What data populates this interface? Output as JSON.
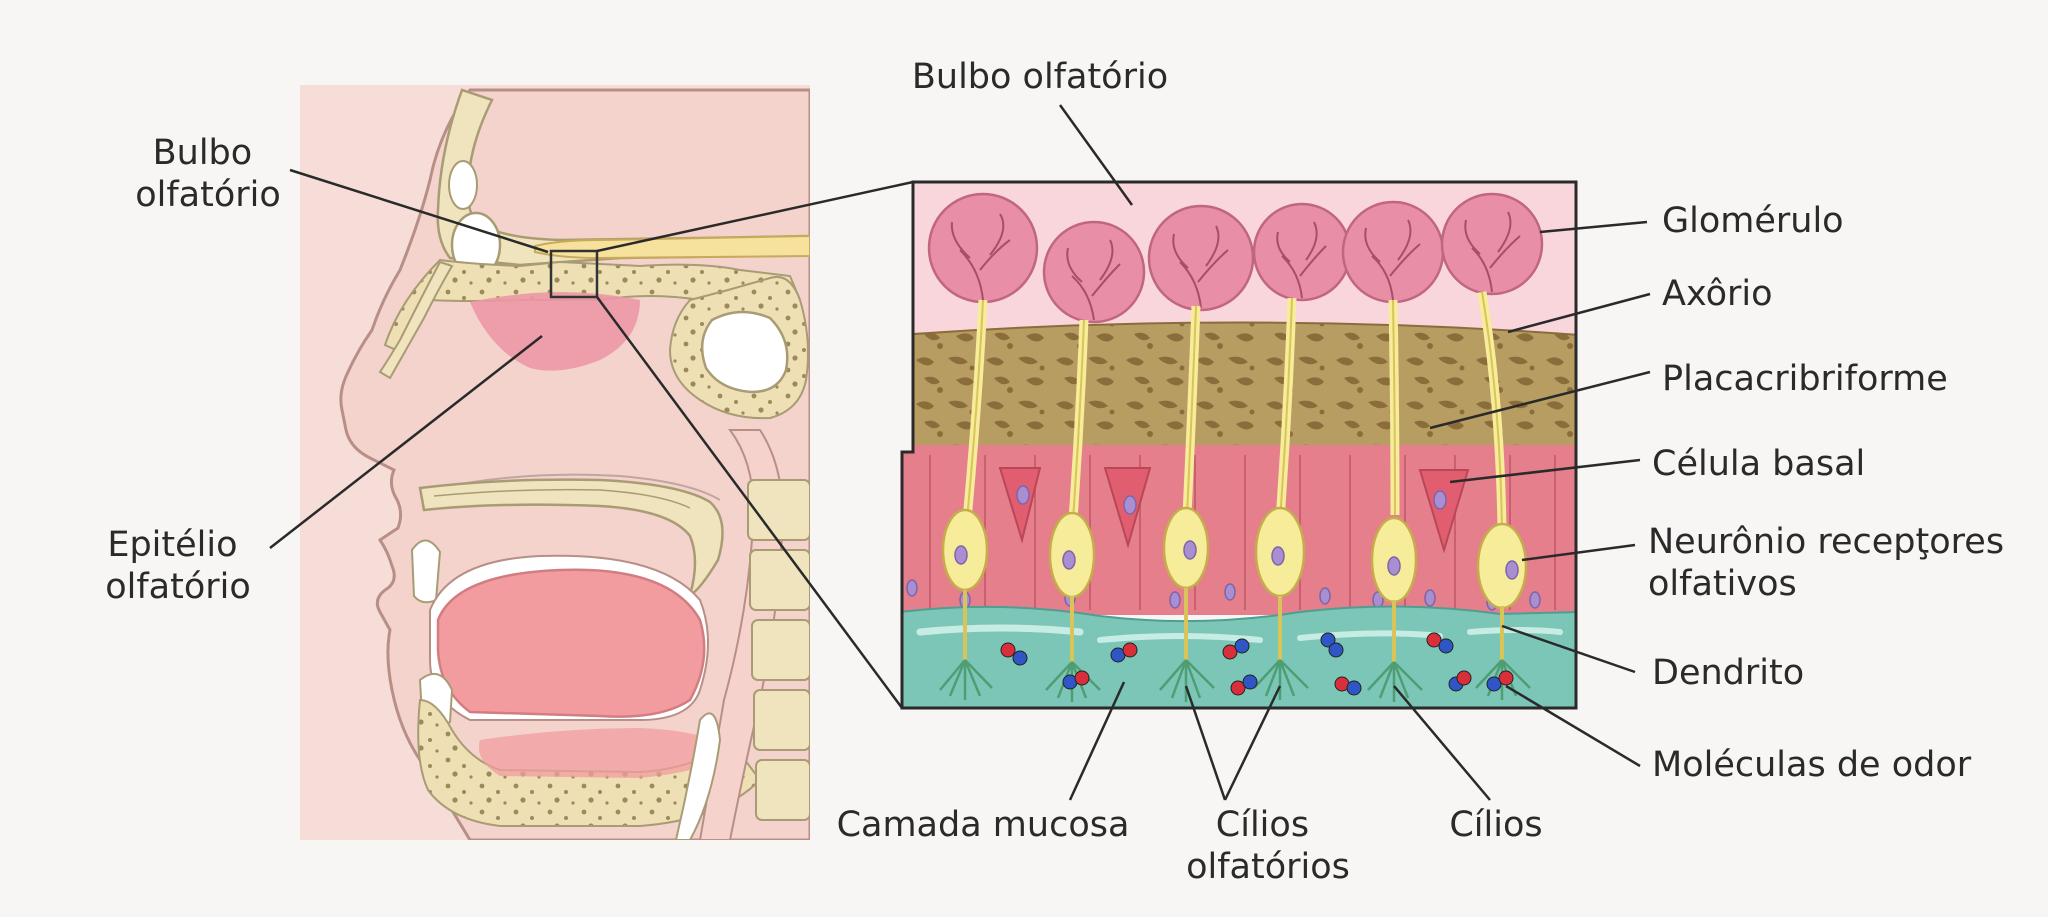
{
  "labels": {
    "head_bulb": [
      "Bulbo",
      "olfatório"
    ],
    "head_epithelium": [
      "Epitélio",
      "olfatório"
    ],
    "top_bulb": "Bulbo olfatório",
    "glomerulus": "Glomérulo",
    "axon": "Axôrio",
    "cribriform": "Placacribriforme",
    "basal_cell": "Célula basal",
    "receptor_neuron": [
      "Neurônio recepţores",
      "olfativos"
    ],
    "dendrite": "Dendrito",
    "odor_molecules": "Moléculas de odor",
    "mucus_layer": "Camada mucosa",
    "olfactory_cilia": [
      "Cílios",
      "olfatórios"
    ],
    "cilia": "Cílios"
  },
  "colors": {
    "background": "#f7f6f4",
    "skin": "#f3d3cc",
    "bone": "#efe4bd",
    "bulb_region": "#f9d6dc",
    "glomerulus": "#e88ea6",
    "cribriform_plate": "#b69a61",
    "epithelium": "#e67f8c",
    "neuron": "#f7ec9a",
    "mucus": "#7cc6b8",
    "odor_red": "#d92f3a",
    "odor_blue": "#2f56c4"
  }
}
